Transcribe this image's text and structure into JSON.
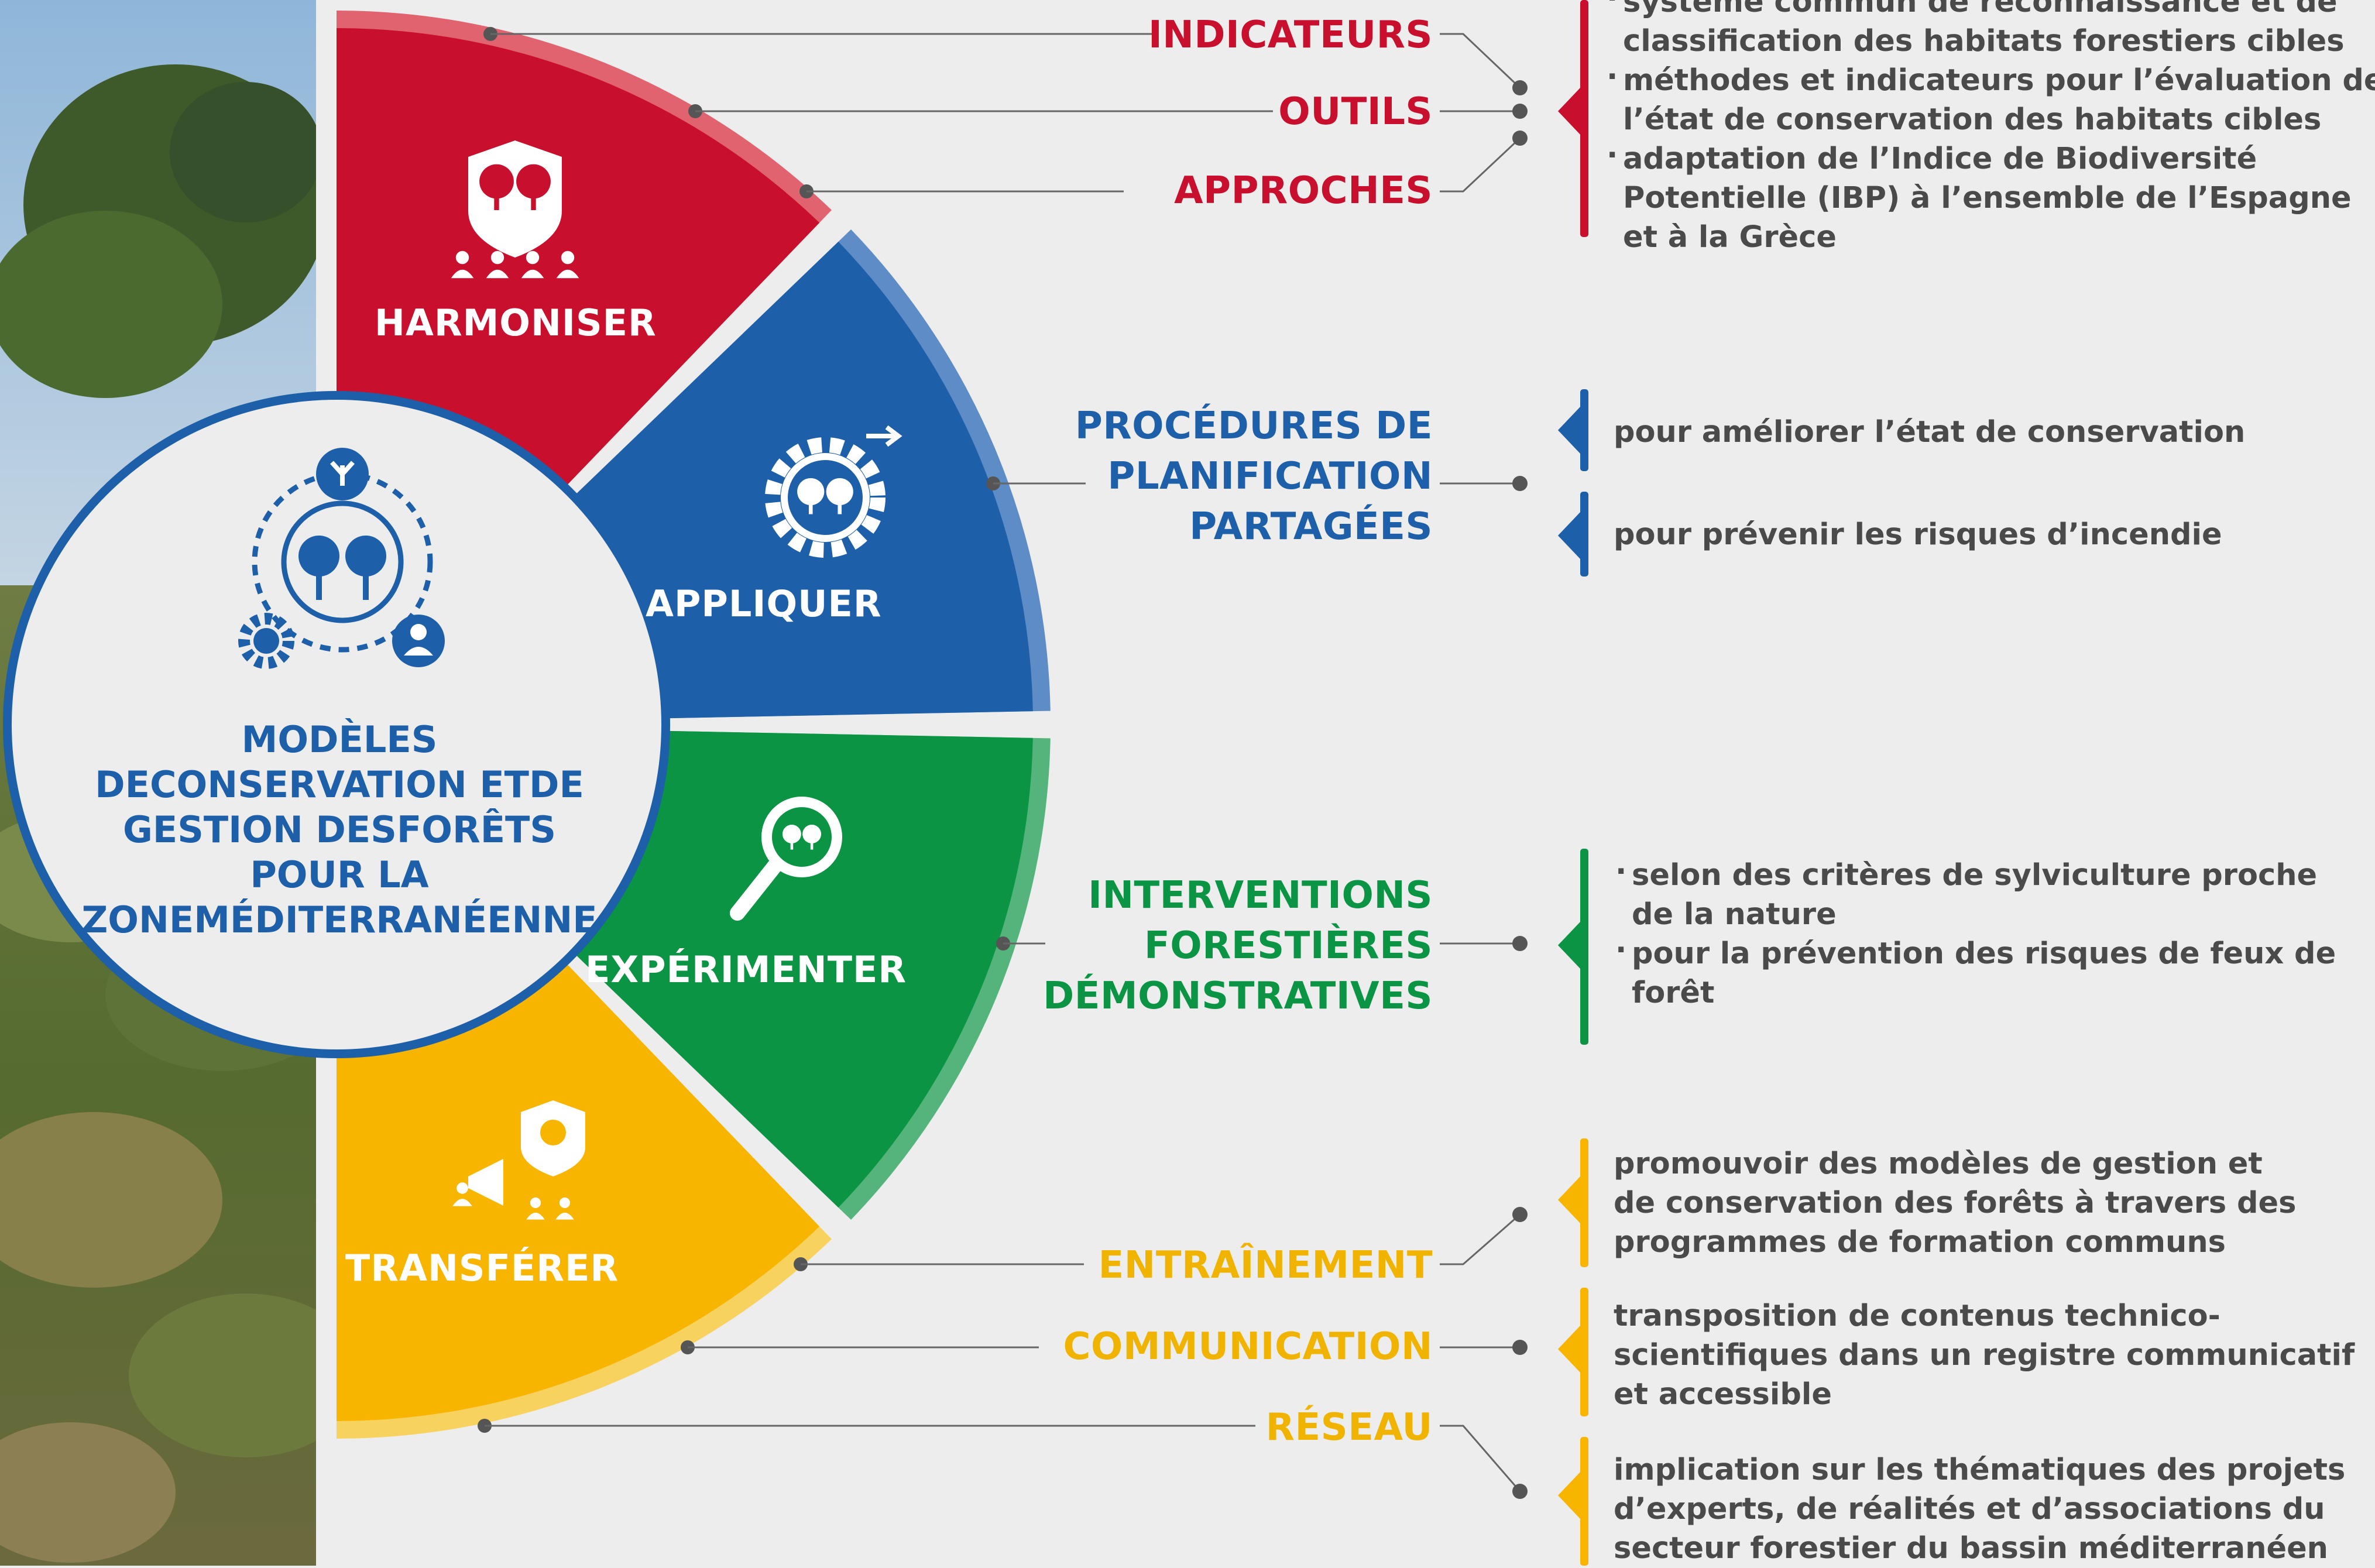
{
  "hub": {
    "title_lines": [
      "MODÈLES DE",
      "CONSERVATION ET",
      "DE GESTION DES",
      "FORÊTS POUR LA ZONE",
      "MÉDITERRANÉENNE"
    ]
  },
  "segments": [
    {
      "label": "HARMONISER",
      "color": "#c8102e",
      "items": [
        {
          "title_lines": [
            "INDICATEURS"
          ]
        },
        {
          "title_lines": [
            "OUTILS"
          ]
        },
        {
          "title_lines": [
            "APPROCHES"
          ]
        }
      ],
      "descriptions": [
        {
          "lines": [
            "système commun de reconnaissance et de",
            "classification des habitats forestiers cibles"
          ]
        },
        {
          "lines": [
            "méthodes et indicateurs pour l’évaluation de",
            "l’état de conservation des habitats cibles"
          ]
        },
        {
          "lines": [
            "adaptation de l’Indice de Biodiversité",
            "Potentielle (IBP) à l’ensemble de l’Espagne",
            "et à la Grèce"
          ]
        }
      ]
    },
    {
      "label": "APPLIQUER",
      "color": "#1d5fa8",
      "items": [
        {
          "title_lines": [
            "PROCÉDURES DE",
            "PLANIFICATION",
            "PARTAGÉES"
          ]
        }
      ],
      "descriptions": [
        {
          "lines": [
            "pour améliorer l’état de conservation"
          ]
        },
        {
          "lines": [
            "pour prévenir les risques d’incendie"
          ]
        }
      ]
    },
    {
      "label": "EXPÉRIMENTER",
      "color": "#0b9444",
      "items": [
        {
          "title_lines": [
            "INTERVENTIONS",
            "FORESTIÈRES",
            "DÉMONSTRATIVES"
          ]
        }
      ],
      "descriptions": [
        {
          "lines": [
            "selon des critères de sylviculture proche",
            "de la nature"
          ]
        },
        {
          "lines": [
            "pour la prévention des risques de feux de",
            "forêt"
          ]
        }
      ]
    },
    {
      "label": "TRANSFÉRER",
      "color": "#f7b500",
      "items": [
        {
          "title_lines": [
            "ENTRAÎNEMENT"
          ]
        },
        {
          "title_lines": [
            "COMMUNICATION"
          ]
        },
        {
          "title_lines": [
            "RÉSEAU"
          ]
        }
      ],
      "descriptions": [
        {
          "lines": [
            "promouvoir des modèles de gestion et",
            "de conservation des forêts à travers des",
            "programmes de formation communs"
          ]
        },
        {
          "lines": [
            "transposition de contenus technico-",
            "scientifiques dans un registre communicatif",
            "et accessible"
          ]
        },
        {
          "lines": [
            "implication sur les thématiques des projets",
            "d’experts, de réalités et d’associations du",
            "secteur forestier du bassin méditerranéen"
          ]
        }
      ]
    }
  ],
  "icons": {
    "harmoniser": "shield-trees-people-icon",
    "appliquer": "gear-trees-arrow-icon",
    "experimenter": "magnifier-trees-icon",
    "transferer": "megaphone-shield-people-icon",
    "hub": "trees-cycle-gear-person-icon"
  }
}
